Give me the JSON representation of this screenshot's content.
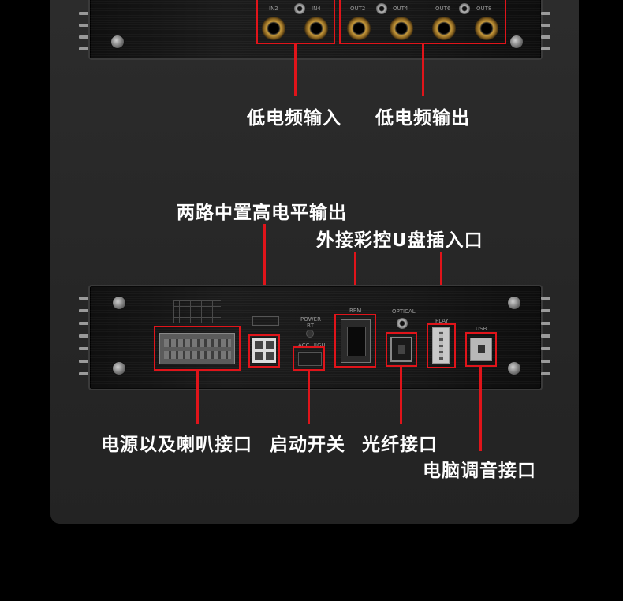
{
  "top_panel": {
    "ports": [
      "IN2",
      "IN4",
      "OUT2",
      "OUT4",
      "OUT6",
      "OUT8"
    ]
  },
  "callouts": {
    "low_level_input": "低电频输入",
    "low_level_output": "低电频输出",
    "center_high_level_output": "两路中置高电平输出",
    "usb_color_control": "外接彩控U盘插入口",
    "power_speaker": "电源以及喇叭接口",
    "start_switch": "启动开关",
    "optical": "光纤接口",
    "pc_tuning": "电脑调音接口"
  },
  "bottom_panel": {
    "power_label": "POWER",
    "bt_label": "BT",
    "acc_label": "ACC HIGH",
    "rem_label": "REM",
    "optical_label": "OPTICAL",
    "play_label": "PLAY",
    "usb_label": "USB"
  },
  "colors": {
    "accent": "#e0141a",
    "background": "#000000",
    "card": "#282828"
  }
}
